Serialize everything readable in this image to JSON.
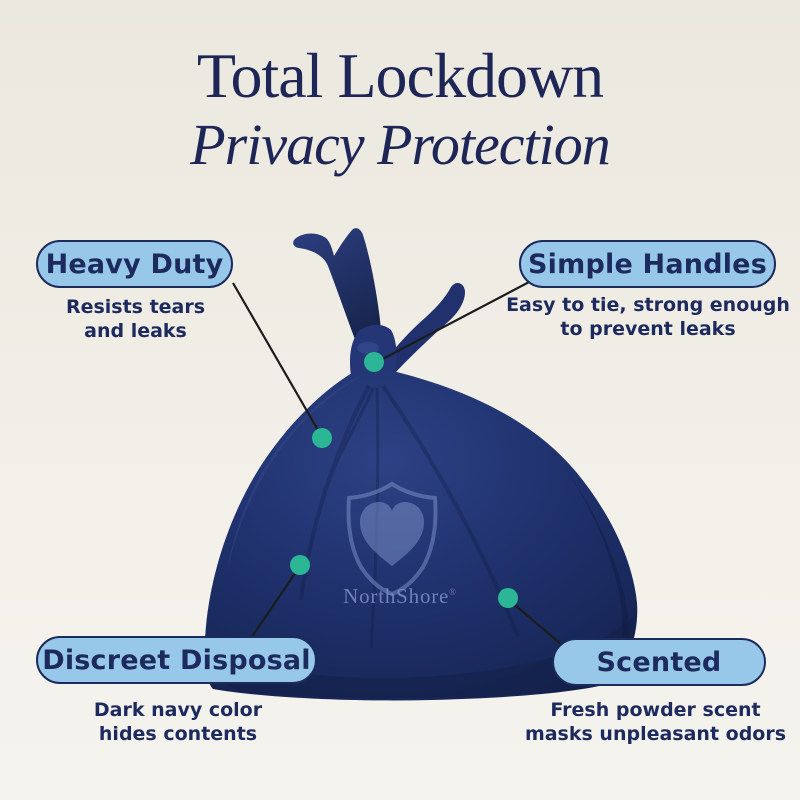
{
  "title": {
    "line1": "Total Lockdown",
    "line2": "Privacy Protection"
  },
  "product": {
    "brand": "NorthShore",
    "registered_mark": "®"
  },
  "callouts": {
    "heavy_duty": {
      "label": "Heavy Duty",
      "description": "Resists tears\nand leaks"
    },
    "simple_handles": {
      "label": "Simple Handles",
      "description": "Easy to tie, strong enough\nto prevent leaks"
    },
    "discreet_disposal": {
      "label": "Discreet Disposal",
      "description": "Dark navy color\nhides contents"
    },
    "scented": {
      "label": "Scented",
      "description": "Fresh powder scent\nmasks unpleasant odors"
    }
  },
  "icons": {
    "logo": "shield-heart-icon",
    "marker": "teal-callout-dot"
  },
  "colors": {
    "background": "#efece4",
    "title_navy": "#1e2657",
    "pill_fill": "#97c8e9",
    "pill_border": "#1c2a5c",
    "text_navy": "#1d2a5e",
    "bag_navy": "#1f2f6b",
    "dot_teal": "#2bb795",
    "connector_line": "#1c1c1c",
    "logo_watermark": "#7e90c6"
  }
}
